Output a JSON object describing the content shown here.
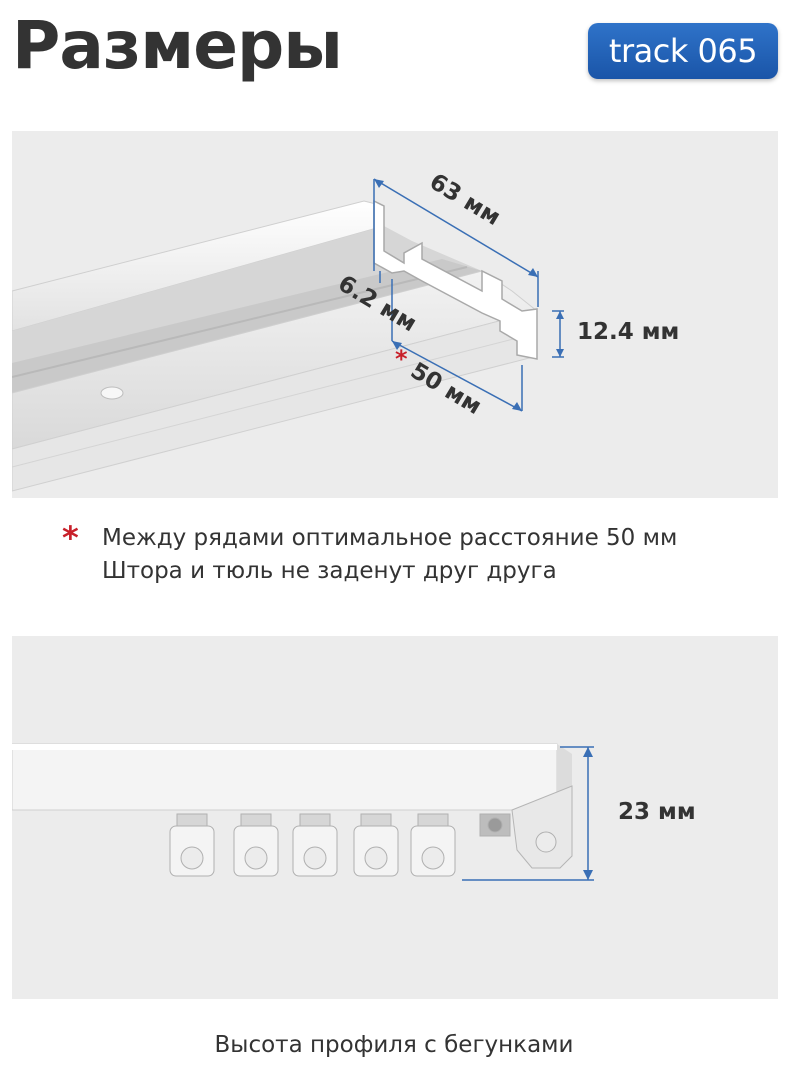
{
  "header": {
    "title": "Размеры",
    "badge": "track 065"
  },
  "top_diagram": {
    "dim_width": "63 мм",
    "dim_gap": "6.2 мм",
    "dim_height": "12.4 мм",
    "dim_spacing": "50 мм",
    "spacing_marker": "*"
  },
  "note": {
    "marker": "*",
    "line1": "Между рядами оптимальное расстояние 50 мм",
    "line2": "Штора и тюль не заденут друг друга"
  },
  "bottom_diagram": {
    "dim_height": "23 мм"
  },
  "caption": "Высота профиля с бегунками",
  "colors": {
    "accent_blue": "#1f5fb5",
    "dimension_line": "#3a6fb5",
    "asterisk_red": "#c8202a",
    "panel_bg": "#ececec"
  }
}
